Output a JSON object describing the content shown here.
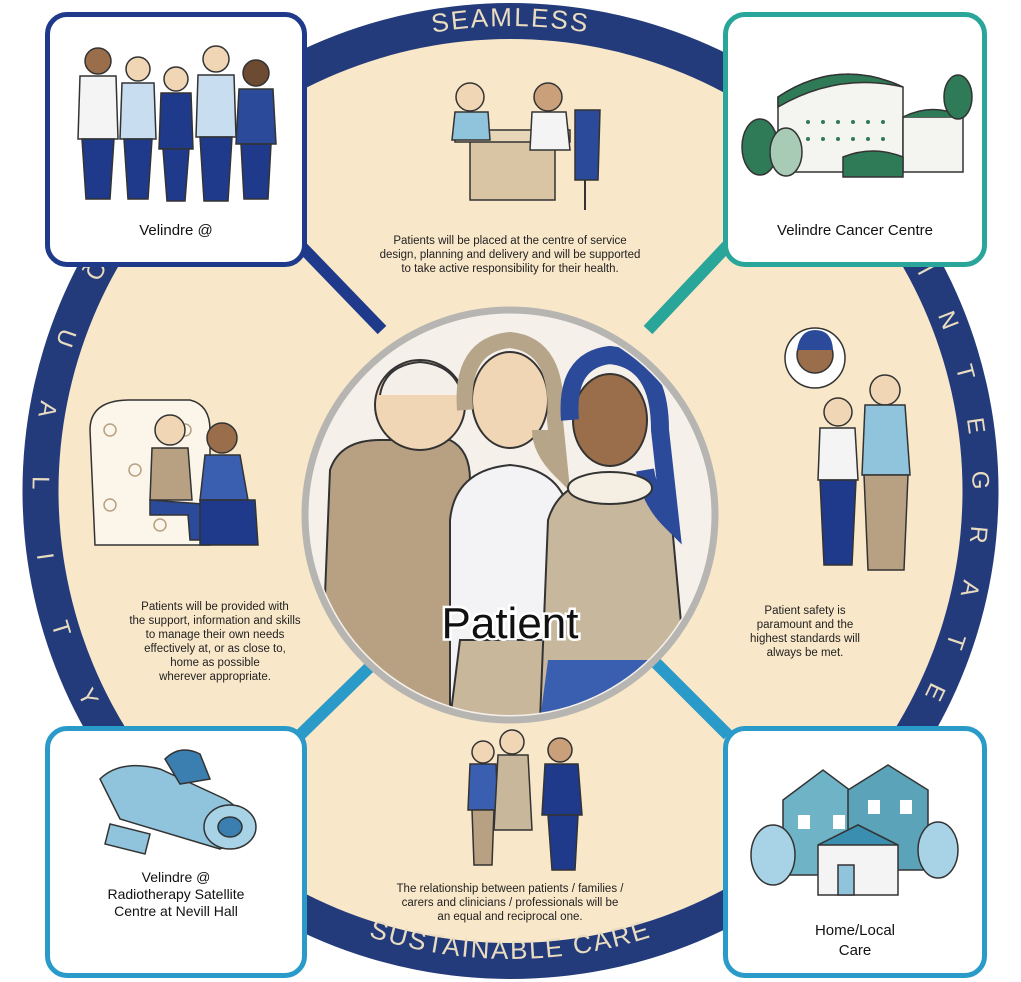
{
  "ring_words": {
    "top": "SEAMLESS",
    "right": "INTEGRATED",
    "bottom": "SUSTAINABLE CARE",
    "left": "QUALITY"
  },
  "center": {
    "label": "Patient"
  },
  "corners": {
    "top_left": {
      "label": "Velindre @"
    },
    "top_right": {
      "label": "Velindre Cancer Centre"
    },
    "bottom_left": {
      "lines": [
        "Velindre @",
        "Radiotherapy Satellite",
        "Centre at Nevill Hall"
      ]
    },
    "bottom_right": {
      "lines": [
        "Home/Local",
        "Care"
      ]
    }
  },
  "quadrants": {
    "top": {
      "lines": [
        "Patients will be placed at the centre of service",
        "design, planning and delivery and will be supported",
        "to take active responsibility for their health."
      ]
    },
    "left": {
      "lines": [
        "Patients will be provided with",
        "the support, information and skills",
        "to manage their own needs",
        "effectively at, or as close to,",
        "home as possible",
        "wherever appropriate."
      ]
    },
    "right": {
      "lines": [
        "Patient safety is",
        "paramount and the",
        "highest standards will",
        "always be met."
      ]
    },
    "bottom": {
      "lines": [
        "The relationship between patients / families /",
        "carers and clinicians / professionals will be",
        "an equal and reciprocal one."
      ]
    }
  },
  "colors": {
    "ring": "#233b7a",
    "fill": "#f9e7c9",
    "ring_text": "#e9dcc0",
    "box_dark": "#1f3a8a",
    "box_teal": "#2aa59a",
    "box_blue": "#2a9ac9",
    "connector_dark": "#1f3a8a",
    "connector_teal": "#2aa59a",
    "connector_blue": "#2a9ac9",
    "accent_blue": "#2c4a9a",
    "skin": "#e8c9a4",
    "tan": "#b8a082",
    "green": "#2f7a57",
    "light_blue": "#8fc4dc"
  },
  "icons": {
    "top_left": "staff-group-illustration",
    "top_right": "cancer-centre-building-illustration",
    "bottom_left": "radiotherapy-machine-illustration",
    "bottom_right": "home-houses-illustration",
    "top": "patient-consultation-illustration",
    "left": "home-visit-illustration",
    "right": "staff-discussion-illustration",
    "bottom": "family-clinician-illustration",
    "center": "patients-group-illustration"
  }
}
